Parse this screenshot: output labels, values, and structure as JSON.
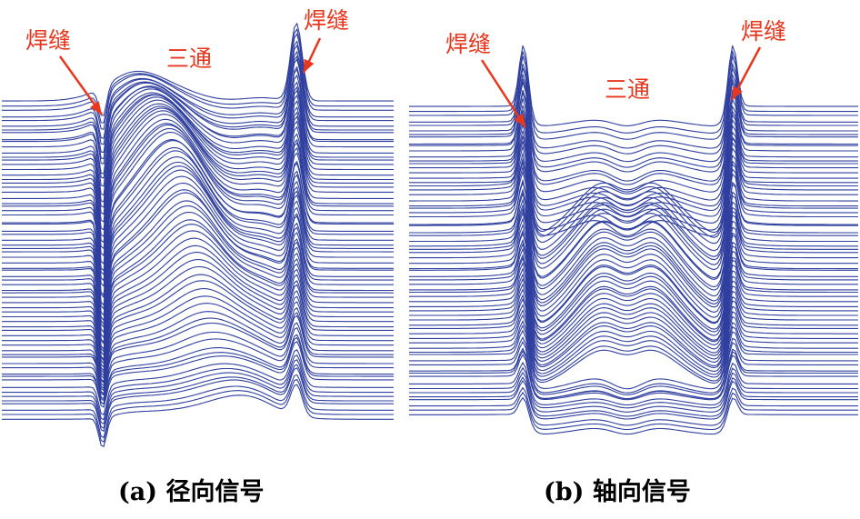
{
  "colors": {
    "trace": "#2f3f9e",
    "annotation": "#e8371f"
  },
  "chart_data": [
    {
      "type": "line",
      "panel_label": "(a) 径向信号",
      "signal": "径向信号",
      "annotations": [
        "焊缝",
        "三通",
        "焊缝"
      ],
      "trace_count": 70,
      "axes_visible": false,
      "grid": false,
      "shape": "waterfall",
      "features": [
        {
          "name": "焊缝",
          "position": 0.26,
          "form": "sharp negative dip"
        },
        {
          "name": "三通",
          "position": 0.5,
          "form": "broad lobe"
        },
        {
          "name": "焊缝",
          "position": 0.74,
          "form": "sharp positive peak"
        }
      ]
    },
    {
      "type": "line",
      "panel_label": "(b) 轴向信号",
      "signal": "轴向信号",
      "annotations": [
        "焊缝",
        "三通",
        "焊缝"
      ],
      "trace_count": 70,
      "axes_visible": false,
      "grid": false,
      "shape": "waterfall",
      "features": [
        {
          "name": "焊缝",
          "position": 0.26,
          "form": "sharp peak then drop"
        },
        {
          "name": "三通",
          "position": 0.5,
          "form": "plateau with inner hump"
        },
        {
          "name": "焊缝",
          "position": 0.75,
          "form": "sharp rise then peak"
        }
      ]
    }
  ]
}
